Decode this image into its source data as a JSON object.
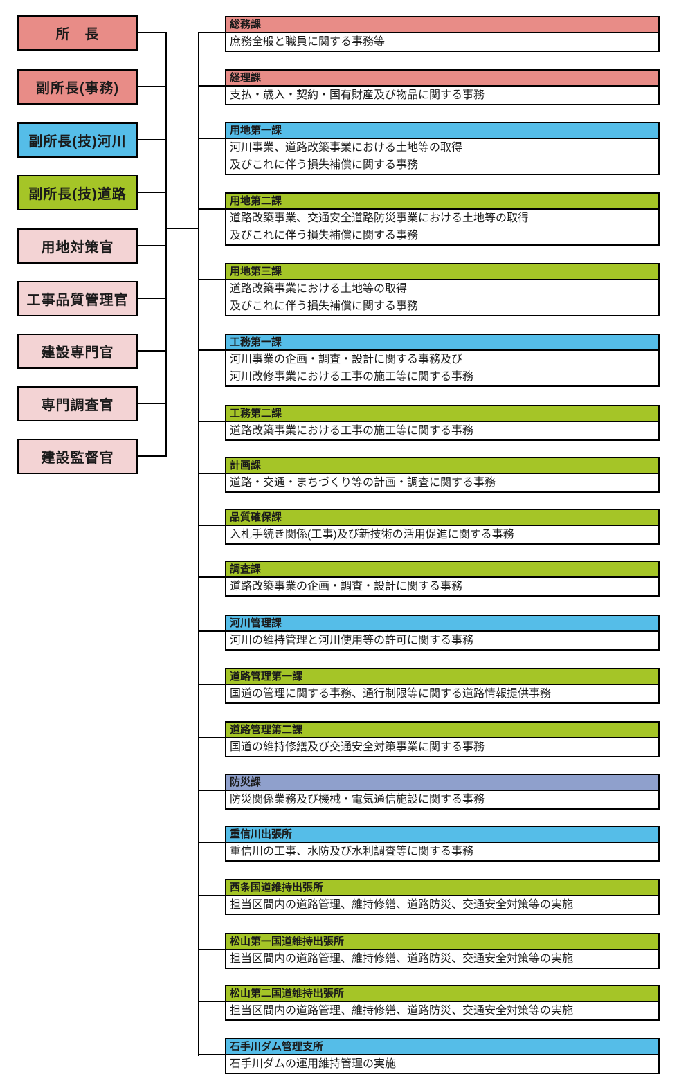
{
  "colors": {
    "salmon": "#e88c87",
    "pink": "#f3d3d4",
    "blue": "#55bde8",
    "green": "#a5c527",
    "lavender": "#8fa0cc",
    "line": "#000000"
  },
  "officers": [
    {
      "label": "所　長",
      "color": "salmon"
    },
    {
      "label": "副所長(事務)",
      "color": "salmon"
    },
    {
      "label": "副所長(技)河川",
      "color": "blue"
    },
    {
      "label": "副所長(技)道路",
      "color": "green"
    },
    {
      "label": "用地対策官",
      "color": "pink"
    },
    {
      "label": "工事品質管理官",
      "color": "pink"
    },
    {
      "label": "建設専門官",
      "color": "pink"
    },
    {
      "label": "専門調査官",
      "color": "pink"
    },
    {
      "label": "建設監督官",
      "color": "pink"
    }
  ],
  "departments": [
    {
      "title": "総務課",
      "color": "salmon",
      "desc": [
        "庶務全般と職員に関する事務等"
      ]
    },
    {
      "title": "経理課",
      "color": "salmon",
      "desc": [
        "支払・歳入・契約・国有財産及び物品に関する事務"
      ]
    },
    {
      "title": "用地第一課",
      "color": "blue",
      "desc": [
        "河川事業、道路改築事業における土地等の取得",
        "及びこれに伴う損失補償に関する事務"
      ]
    },
    {
      "title": "用地第二課",
      "color": "green",
      "desc": [
        "道路改築事業、交通安全道路防災事業における土地等の取得",
        "及びこれに伴う損失補償に関する事務"
      ]
    },
    {
      "title": "用地第三課",
      "color": "green",
      "desc": [
        "道路改築事業における土地等の取得",
        "及びこれに伴う損失補償に関する事務"
      ]
    },
    {
      "title": "工務第一課",
      "color": "blue",
      "desc": [
        "河川事業の企画・調査・設計に関する事務及び",
        "河川改修事業における工事の施工等に関する事務"
      ]
    },
    {
      "title": "工務第二課",
      "color": "green",
      "desc": [
        "道路改築事業における工事の施工等に関する事務"
      ]
    },
    {
      "title": "計画課",
      "color": "green",
      "desc": [
        "道路・交通・まちづくり等の計画・調査に関する事務"
      ]
    },
    {
      "title": "品質確保課",
      "color": "green",
      "desc": [
        "入札手続き関係(工事)及び新技術の活用促進に関する事務"
      ]
    },
    {
      "title": "調査課",
      "color": "green",
      "desc": [
        "道路改築事業の企画・調査・設計に関する事務"
      ]
    },
    {
      "title": "河川管理課",
      "color": "blue",
      "desc": [
        "河川の維持管理と河川使用等の許可に関する事務"
      ]
    },
    {
      "title": "道路管理第一課",
      "color": "green",
      "desc": [
        "国道の管理に関する事務、通行制限等に関する道路情報提供事務"
      ]
    },
    {
      "title": "道路管理第二課",
      "color": "green",
      "desc": [
        "国道の維持修繕及び交通安全対策事業に関する事務"
      ]
    },
    {
      "title": "防災課",
      "color": "lavender",
      "desc": [
        "防災関係業務及び機械・電気通信施設に関する事務"
      ]
    },
    {
      "title": "重信川出張所",
      "color": "blue",
      "desc": [
        "重信川の工事、水防及び水利調査等に関する事務"
      ]
    },
    {
      "title": "西条国道維持出張所",
      "color": "green",
      "desc": [
        "担当区間内の道路管理、維持修繕、道路防災、交通安全対策等の実施"
      ]
    },
    {
      "title": "松山第一国道維持出張所",
      "color": "green",
      "desc": [
        "担当区間内の道路管理、維持修繕、道路防災、交通安全対策等の実施"
      ]
    },
    {
      "title": "松山第二国道維持出張所",
      "color": "green",
      "desc": [
        "担当区間内の道路管理、維持修繕、道路防災、交通安全対策等の実施"
      ]
    },
    {
      "title": "石手川ダム管理支所",
      "color": "blue",
      "desc": [
        "石手川ダムの運用維持管理の実施"
      ]
    }
  ]
}
